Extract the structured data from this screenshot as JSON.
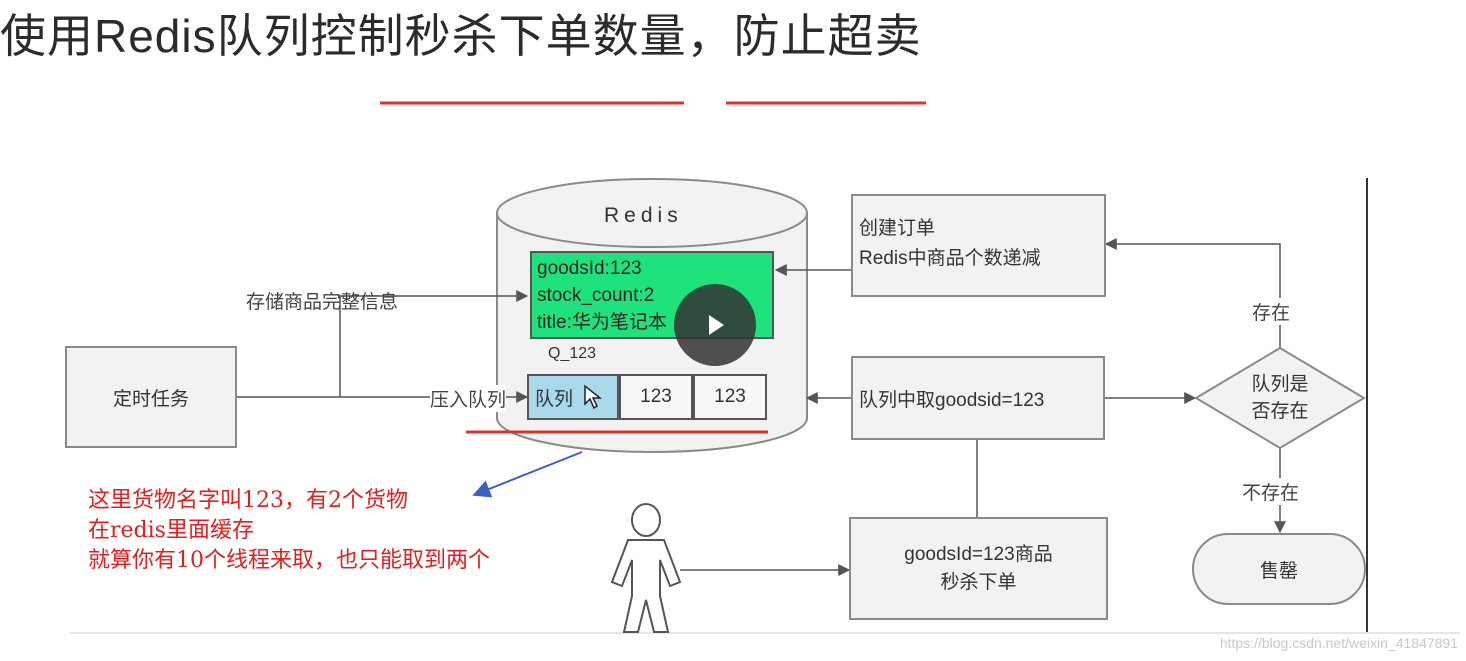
{
  "title": "使用Redis队列控制秒杀下单数量，防止超卖",
  "redis": {
    "label": "Redis",
    "goods_lines": [
      "goodsId:123",
      "stock_count:2",
      "title:华为笔记本"
    ],
    "queue_name": "Q_123",
    "queue_cells": [
      "队列",
      "123",
      "123"
    ]
  },
  "boxes": {
    "timer_task": "定时任务",
    "create_order_line1": "创建订单",
    "create_order_line2": "Redis中商品个数递减",
    "take_from_queue": "队列中取goodsid=123",
    "seckill_line1": "goodsId=123商品",
    "seckill_line2": "秒杀下单",
    "decision_line1": "队列是",
    "decision_line2": "否存在",
    "sold_out": "售罄"
  },
  "edge_labels": {
    "store_info": "存储商品完整信息",
    "push_queue": "压入队列",
    "exists": "存在",
    "not_exists": "不存在"
  },
  "annotation": [
    "这里货物名字叫123，有2个货物",
    "在redis里面缓存",
    "就算你有10个线程来取，也只能取到两个"
  ],
  "watermark": "https://blog.csdn.net/weixin_41847891",
  "colors": {
    "highlight_green": "#1ee37d",
    "queue_blue": "#a9d8ea",
    "annotation_red": "#e02020",
    "arrow_blue": "#3b5fc8"
  }
}
